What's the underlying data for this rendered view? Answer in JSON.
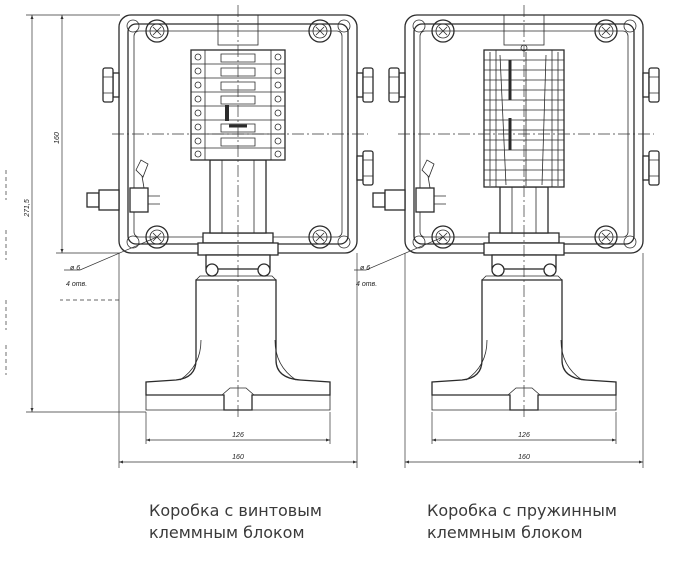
{
  "dimensions": {
    "height_box": "160",
    "height_total": "271,5",
    "width_flange": "126",
    "width_box": "160",
    "hole_dia": "ø 6",
    "hole_count": "4 отв."
  },
  "captions": {
    "screw": "Коробка с винтовым\nклеммным блоком",
    "spring": "Коробка с пружинным\nклеммным блоком"
  }
}
